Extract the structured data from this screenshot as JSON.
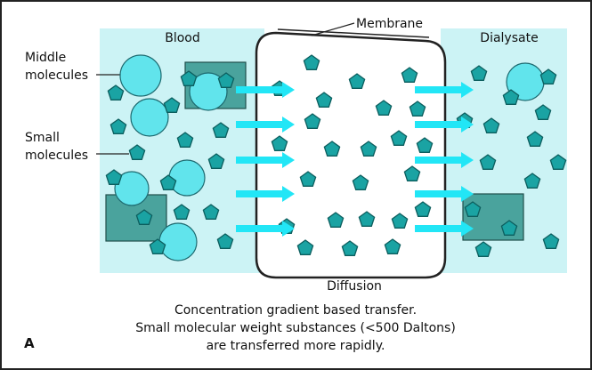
{
  "labels": {
    "blood": "Blood",
    "membrane": "Membrane",
    "dialysate": "Dialysate",
    "middle_line1": "Middle",
    "middle_line2": "molecules",
    "small_line1": "Small",
    "small_line2": "molecules",
    "diffusion": "Diffusion",
    "panel": "A"
  },
  "caption": {
    "line1": "Concentration gradient based transfer.",
    "line2": "Small molecular weight substances (<500 Daltons)",
    "line3": "are transferred more rapidly."
  },
  "colors": {
    "compartment": "#ccf3f5",
    "pentagon_fill": "#1aa3a3",
    "pentagon_stroke": "#0c5e5e",
    "circle_fill": "#61e4ec",
    "square_fill": "#4aa39d",
    "arrow": "#22e6f6",
    "frame": "#222222"
  }
}
